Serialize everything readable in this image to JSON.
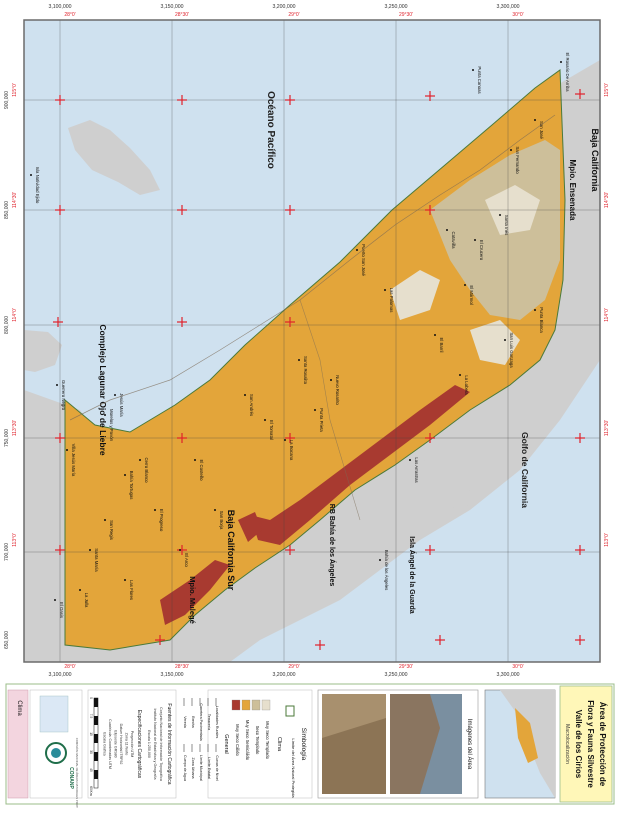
{
  "colors": {
    "sea": "#cfe1ef",
    "land_gray": "#cfcfcf",
    "protected": "#e3a53a",
    "dry_temperate": "#cdbf9a",
    "very_dry_temperate": "#e6dfcd",
    "very_dry_warm": "#a83a30",
    "frame": "#6b6b6b",
    "cross": "#e0212b",
    "legend_border": "#9bbd8a",
    "conanp_green": "#1f6e4a"
  },
  "map": {
    "top_ticks": [
      "3,100,000",
      "3,150,000",
      "3,200,000",
      "3,250,000",
      "3,300,000"
    ],
    "top_degrees": [
      "28°0'",
      "28°30'",
      "29°0'",
      "29°30'",
      "30°0'"
    ],
    "bottom_ticks": [
      "3,100,000",
      "3,150,000",
      "3,200,000",
      "3,250,000",
      "3,300,000"
    ],
    "bottom_degrees": [
      "28°0'",
      "28°30'",
      "29°0'",
      "29°30'",
      "30°0'"
    ],
    "left_ticks": [
      "650,000",
      "700,000",
      "750,000",
      "800,000",
      "850,000",
      "900,000"
    ],
    "left_degrees": [
      "115°0'",
      "114°30'",
      "114°0'",
      "113°30'",
      "113°0'"
    ],
    "right_degrees": [
      "115°0'",
      "114°30'",
      "114°0'",
      "113°30'",
      "113°0'"
    ],
    "ocean_label": "Océano Pacífico",
    "gulf_label": "Golfo de California",
    "state_north": "Baja California",
    "state_south": "Baja California Sur",
    "municipality_ensenada": "Mpio. Ensenada",
    "municipality_mulege": "Mpio. Mulegé",
    "laguna_label": "Complejo Lagunar Ojo de Liebre",
    "island_label": "Isla Ángel de la Guarda",
    "rb_label": "RB Bahía de los Ángeles",
    "towns": {
      "santa_rosalita": "Santa Rosalita",
      "nuevo_rosarito": "Nuevo Rosarito",
      "punta_prieta": "Punta Prieta",
      "catavina": "Cataviña",
      "san_luis_gonzaga": "San Luis Gonzaga",
      "bahia_angeles": "Bahía de los Ángeles",
      "jesus_maria": "Jesús María",
      "morelos": "Morelos y Pavón",
      "isla_cedros": "Isla Natividad Ejido",
      "guerrero_negro": "Guerrero Negro",
      "el_rosario": "El Rosario De Arriba",
      "las_palomas": "Las Palomas",
      "el_crucero": "El Crucero",
      "san_borja": "San Borja",
      "el_arco": "El Arco",
      "villa_jesus": "Villa Jesús María",
      "punta_canoas": "Punta Canoas",
      "san_jose": "San José",
      "san_fernando": "San Fernando",
      "santa_ines": "Santa Inés",
      "el_marmol": "El Mármol",
      "puerto_san_jose": "Puerto San José",
      "el_barril": "El Barril",
      "punta_blanca": "Punta Blanca",
      "la_lobera": "La Lobera",
      "las_arrastras": "Las Arrastras",
      "san_andres": "San Andrés",
      "el_tomatal": "El Tomatal",
      "la_bocana": "La Bocana",
      "el_costa": "El Costeño",
      "el_progreso": "El Progreso",
      "cerro_blanco": "Cerro Blanco",
      "bahia_tortugas": "Bahía Tortugas",
      "san_regis": "San Regis",
      "santa_maria": "Santa María",
      "las_flores": "Las Flores",
      "la_jolla": "La Jolla",
      "el_oasis": "El Oasis"
    }
  },
  "legend": {
    "title_line1": "Área de Protección de",
    "title_line2": "Flora y Fauna Silvestre",
    "title_line3": "Valle de los Cirios",
    "location_label": "Macrolocalización",
    "images_title": "Imágenes del Área",
    "symbology_title": "Simbología",
    "symbology_boundary": "Límite del Área Natural Protegida",
    "climate_title": "Clima",
    "climate_items": [
      {
        "label": "Muy Seco Templado",
        "color": "#e6dfcd"
      },
      {
        "label": "Seco Templado",
        "color": "#cdbf9a"
      },
      {
        "label": "Muy Seco Semicálido",
        "color": "#e3a53a"
      },
      {
        "label": "Muy Seco Cálido",
        "color": "#a83a30"
      }
    ],
    "general_title": "General",
    "general_items": [
      "Localidades Rurales",
      "Terracería",
      "Carretera Pavimentada",
      "Brecha",
      "Vereda",
      "Curvas de Nivel",
      "Límite Estatal",
      "Límite Municipal",
      "Zona Urbana",
      "Cuerpo de Agua"
    ],
    "sources_title": "Fuentes de Información Cartográfica",
    "sources_lines": [
      "Conjunto Nacional de Información Topográfica",
      "Instituto Nacional de Estadística y Geografía",
      "Escala 1:250,000"
    ],
    "specs_title": "Especificaciones Cartográficas",
    "specs_lines": [
      "Proyección UTM",
      "Zona 11 Norte",
      "Datum Horizontal ITRF92",
      "Elipsoide GRS80",
      "Cuadrícula: Coordenadas UTM",
      "Escala Gráfica"
    ],
    "scale_ticks": [
      "0",
      "7.5",
      "15",
      "30",
      "45",
      "60"
    ],
    "scale_unit": "Km",
    "brand": "CONANP",
    "brand_sub": "COMISIÓN NACIONAL DE ÁREAS NATURALES PROTEGIDAS",
    "panel_title": "Clima"
  }
}
